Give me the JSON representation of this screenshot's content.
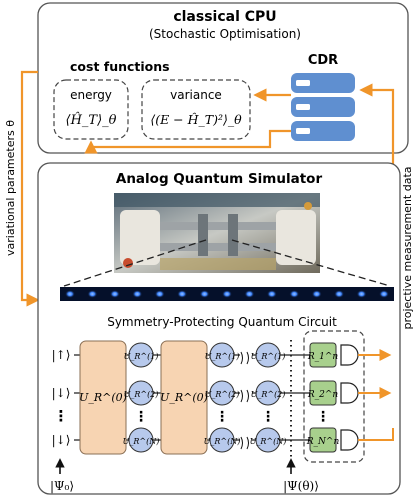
{
  "cpu": {
    "title": "classical CPU",
    "subtitle": "(Stochastic Optimisation)",
    "cost_title": "cost functions",
    "energy_label": "energy",
    "energy_formula": "⟨Ĥ_T⟩_θ",
    "variance_label": "variance",
    "variance_formula": "⟨(E − Ĥ_T)²⟩_θ",
    "cdr_label": "CDR"
  },
  "side_labels": {
    "left": "variational parameters θ",
    "right": "projective measurement data"
  },
  "simulator": {
    "title": "Analog Quantum Simulator",
    "circuit_title": "Symmetry-Protecting Quantum Circuit",
    "ion_count": 15,
    "qubit_states": [
      "|↑⟩",
      "|↓⟩",
      "⋮",
      "|↓⟩"
    ],
    "input_state": "|Ψ₀⟩",
    "output_state": "|Ψ(θ)⟩",
    "ur0_label": "U_R^(0)",
    "ur_columns": [
      [
        "U_R^(1)",
        "U_R^(2)",
        "U_R^(N)"
      ],
      [
        "U_R^(1)",
        "U_R^(2)",
        "U_R^(N)"
      ],
      [
        "U_R^(1)",
        "U_R^(2)",
        "U_R^(N)"
      ]
    ],
    "measure_labels": [
      "R_1^n",
      "R_2^n",
      "R_N^n"
    ],
    "dots": "⋮"
  },
  "colors": {
    "orange": "#f0952a",
    "blue_circle": "#b7c9ec",
    "peach": "#f7d4b2",
    "green": "#a8d08d",
    "server_blue": "#5f8fd0",
    "ion_bg": "#05102a",
    "ion": "#3f86ff"
  }
}
